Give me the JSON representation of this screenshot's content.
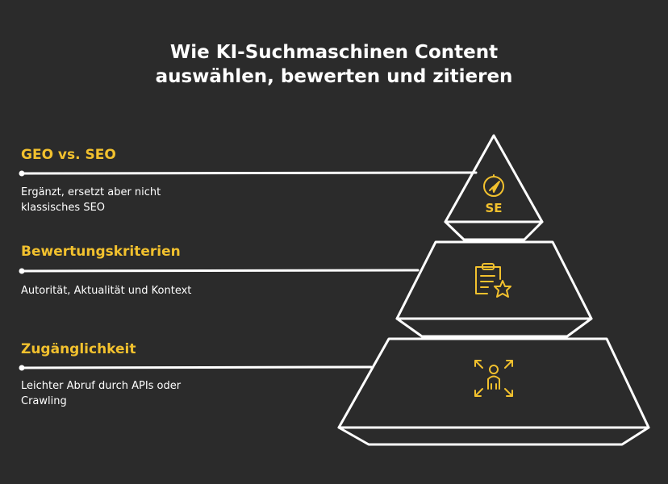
{
  "title": {
    "line1": "Wie KI-Suchmaschinen Content",
    "line2": "auswählen, bewerten und zitieren"
  },
  "levels": [
    {
      "heading": "GEO vs. SEO",
      "desc_line1": "Ergänzt, ersetzt aber nicht",
      "desc_line2": "klassisches SEO",
      "icon": "compass-icon",
      "icon_text": "SE"
    },
    {
      "heading": "Bewertungskriterien",
      "desc_line1": "Autorität, Aktualität und Kontext",
      "icon": "clipboard-star-icon"
    },
    {
      "heading": "Zugänglichkeit",
      "desc_line1": "Leichter Abruf durch APIs oder",
      "desc_line2": "Crawling",
      "icon": "person-arrows-icon"
    }
  ],
  "colors": {
    "background": "#2b2b2b",
    "accent": "#f2c12e",
    "line": "#ffffff"
  }
}
